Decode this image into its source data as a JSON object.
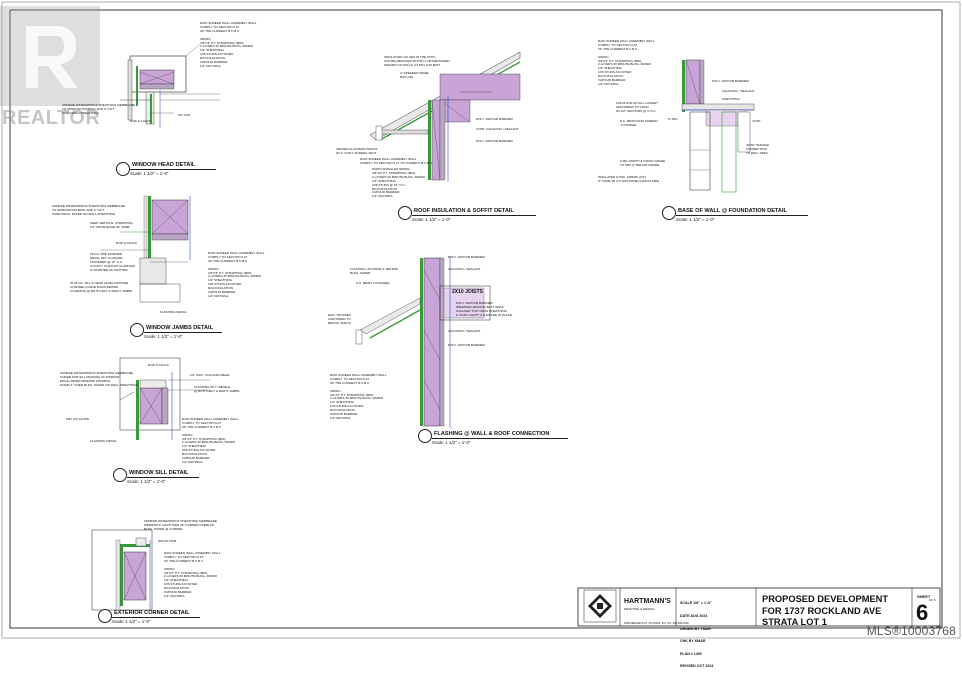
{
  "watermark": {
    "brand": "REALTOR",
    "mls": "MLS®10003768"
  },
  "details": [
    {
      "key": "window_head",
      "title": "WINDOW HEAD DETAIL",
      "scale": "Scale: 1 1/2\" = 1'-0\"",
      "notes": [
        "RAIN SCREEN WALL ASSEMBLY WALL\nCOMPLY TO SECTION 9.27\nOF THE CURRENT B.C.B.C\n\nSIDING\n3/4\"X3\" P.T. STRAPPING (MIN)\n2 LAYERS 30 MINUTE BLDG. PAPER\n1/2\" SHEATHING\n2X6 STUDS AS NOTED\nR24 INSULATION\nVAPOUR BARRIER\n1/2\" DRYWALL",
        "ADHERE WATERPROOF SHEATHING MEMBRANE\nTO WINDOW FRAMING AND 4\" OUT\nOVER WALL SHEATHING",
        "ROD & CAULK",
        "3/4\" MIN"
      ]
    },
    {
      "key": "window_jambs",
      "title": "WINDOW JAMBS DETAIL",
      "scale": "Scale: 1 1/2\" = 1'-0\"",
      "notes": [
        "ADHERE WATERPROOF SHEATHING MEMBRANE\nTO WINDOW FRAMING AND 4\" OUT\nOVER BLDG. PAPER ON WALL SHEATHING",
        "KEEP VERTICAL STRAPPING\n1/2\" FROM EDGE OF JAMB",
        "ROD & CAULK",
        "26 GA. PRE FINISHED\nMETAL Z&Y CLOSURE\nFASTENED @ 12\" O.C.\nCOUNTY IS MATCH CLADDING\nIF FINISHED AS OMITTED",
        "IN 26 GA. SILL & HEAD LEVEL PROVIDE\nCHANNEL IN END DAMS BEHIND\nCLADDING @ BOTH LEFT & RIGHT JAMBS",
        "RAIN SCREEN WALL ASSEMBLY WALL\nCOMPLY TO SECTION 9.27\nOF THE CURRENT B.C.B.C\n\nSIDING\n3/4\"X3\" P.T. STRAPPING (MIN)\n2 LAYERS 30 MINUTE BLDG. PAPER\n1/2\" SHEATHING\n2X6 STUDS AS NOTED\nR24 INSULATION\nVAPOUR BARRIER\n1/2\" DRYWALL",
        "FLASHING DETAIL"
      ]
    },
    {
      "key": "window_sill",
      "title": "WINDOW SILL DETAIL",
      "scale": "Scale: 1 1/2\" = 1'-0\"",
      "notes": [
        "ROD & CAULK",
        "ADHERE WATERPROOF SHEATHING MEMBRANE\nUNDER SUB SILL FRAMING AT WINDOW\nEDGE UNDER WINDOW FRAMING\nDOWN 4\" OVER BLDG. PAPER ON WALL SHEATHING",
        "1/4\" MAX. CAULKING BEAD",
        "FLASHING W/ 1\" REVEAL\n@ BOTH LEFT & RIGHT JAMBS",
        "MIN. 6% SLOPE",
        "RAIN SCREEN WALL ASSEMBLY WALL\nCOMPLY TO SECTION 9.27\nOF THE CURRENT B.C.B.C\n\nSIDING\n3/4\"X3\" P.T. STRAPPING (MIN)\n2 LAYERS 30 MINUTE BLDG. PAPER\n1/2\" SHEATHING\n2X6 STUDS AS NOTED\nR24 INSULATION\nVAPOUR BARRIER\n1/2\" DRYWALL",
        "FLASHING DETAIL"
      ]
    },
    {
      "key": "exterior_corner",
      "title": "EXTERIOR CORNER DETAIL",
      "scale": "Scale: 1 1/2\" = 1'-0\"",
      "notes": [
        "ADHERE WATERPROOF SHEATHING MEMBRANE\nMINIMUM 6\" EACH SIDE OF CORNER OVERLAP\nBLDG. PAPER @ CORNER",
        "WOOD TRIM",
        "RAIN SCREEN WALL ASSEMBLY WALL\nCOMPLY TO SECTION 9.27\nOF THE CURRENT B.C.B.C\n\nSIDING\n3/4\"X3\" P.T. STRAPPING (MIN)\n2 LAYERS 30 MINUTE BLDG. PAPER\n1/2\" SHEATHING\n2X6 STUDS AS NOTED\nR24 INSULATION\nVAPOUR BARRIER\n1/2\" DRYWALL"
      ]
    },
    {
      "key": "roof_insulation",
      "title": "ROOF INSULATION & SOFFIT DETAIL",
      "scale": "Scale: 1 1/2\" = 1'-0\"",
      "notes": [
        "INSULATION VALUES IN THE ATTIC\nCAN BE REDUCED WITHIN 1.2M MEASURED\nINWARD OF WALLS, AT MIN. R16 BATT",
        "4\" SPEEDER PANEL\nR26 LISE",
        "POLY. VAPOUR BARRIER",
        "CONT. CAULKING / SEALANT",
        "POLY. VAPOUR BARRIER",
        "VENTED ALUMINUM SOFFIT\nW/ 2\" CONT. SCREEN VENT",
        "RAIN SCREEN WALL ASSEMBLY WALL\nCOMPLY TO SECTION 9.27 TO CURRENT B.C.B.C",
        "HARDI SHINGLED SIDING\n3/4\"X3\" P.T. STRAPPING (MIN)\n2 LAYERS 30 MINUTE BLDG. PAPER\n1/2\" SHEATHING\n2X6 STUDS @ 16\" O.C.\nR24 INSULATION\nVAPOUR BARRIER\n1/2\" DRYWALL"
      ]
    },
    {
      "key": "flashing_wall_roof",
      "title": "FLASHING @ WALL & ROOF CONNECTION",
      "scale": "Scale: 1 1/2\" = 1'-0\"",
      "notes": [
        "POLY. VAPOUR BARRIER",
        "FLASHING UP STAND 4\" BEHIND\nBLDG. PAPER",
        "CAULKING / SEALANT",
        "S.S. MESH J-CHANNEL",
        "2X10 JOISTS",
        "POLY. VAPOUR BARRIER\nWRAPPED AROUND BATT INSUL\nCAULKED TOP USING SHEATHING\n& JOIST CAVITY & STAPLED IN PLACE",
        "ENG. TRUSSES\nANCHORED TO\nBRACE. SPECS",
        "CAULKING / SEALANT",
        "POLY. VAPOUR BARRIER",
        "RAIN SCREEN WALL ASSEMBLY WALL\nCOMPLY TO SECTION 9.27\nOF THE CURRENT B.C.B.C\n\nSIDING\n3/4\"X3\" P.T. STRAPPING (MIN)\n2 LAYERS 30 MINUTE BLDG. PAPER\n1/2\" SHEATHING\n2X6 STUDS AS NOTED\nR24 INSULATION\nVAPOUR BARRIER\n1/2\" DRYWALL"
      ]
    },
    {
      "key": "base_of_wall",
      "title": "BASE OF WALL @ FOUNDATION DETAIL",
      "scale": "Scale: 1 1/2\" = 1'-0\"",
      "notes": [
        "RAIN SCREEN WALL ASSEMBLY WALL\nCOMPLY TO SECTION 9.27\nOF THE CURRENT B.C.B.C\n\nSIDING\n3/4\"X3\" P.T. STRAPPING (MIN)\n2 LAYERS 30 MINUTE BLDG. PAPER\n1/2\" SHEATHING\n2X6 STUDS AS NOTED\nR24 INSULATION\nVAPOUR BARRIER\n1/2\" DRYWALL",
        "POLY. VAPOUR BARRIER",
        "CAULKING / SEALANT",
        "SHEATHING",
        "2X6 PLATE ON SILL GASKET\nANCHORED TO CONC.\nW/ 1/2\" ANCHORS @ 4' O.C.",
        "S.S. MESH RAIN SCREEN\nJ CHANNEL",
        "JOIST",
        "JOIST HANGER\nCONNECTION\nTO ENG. SPEC.",
        "6\" MIN",
        "6 MIL NORTH & FINISH GRADE\nTO MIN. 8\" BELOW GRADE",
        "INSULATED CONC. FORMS (ICF)\n8\" CORE W/ 2.5\" EPS PANELS EACH SIDE"
      ]
    }
  ],
  "titleblock": {
    "project": [
      "PROPOSED DEVELOPMENT",
      "FOR 1737 ROCKLAND AVE",
      "STRATA LOT 1"
    ],
    "meta": [
      "SCALE 1/8\" = 1'-0\"",
      "DATE AUG 2024",
      "DRAWN BY TMAR",
      "CHK BY KMAR",
      "PLAN # 1450",
      "REVISED OCT 2024"
    ],
    "firm": "HARTMANN'S",
    "firm_sub": "DRAFTING & DESIGN",
    "firm_address": "2590 MEDFIELD PL VICTORIA, B.C. PH. 250-595-1006",
    "sheet_label": "SHEET",
    "sheet_of": "OF 6",
    "sheet_number": "6"
  },
  "colors": {
    "insulation": "#c9a4d6",
    "membrane": "#3a9a3a",
    "framing": "#b9a5c4",
    "line": "#222222",
    "blue_line": "#2c4fd6"
  }
}
